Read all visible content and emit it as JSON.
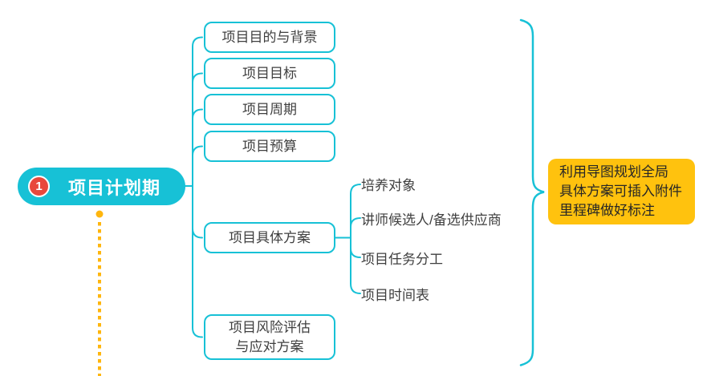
{
  "diagram": {
    "root": {
      "badge": "1",
      "label": "项目计划期"
    },
    "branches": [
      {
        "label": "项目目的与背景"
      },
      {
        "label": "项目目标"
      },
      {
        "label": "项目周期"
      },
      {
        "label": "项目预算"
      },
      {
        "label": "项目具体方案",
        "children": [
          "培养对象",
          "讲师候选人/备选供应商",
          "项目任务分工",
          "项目时间表"
        ]
      },
      {
        "label": "项目风险评估",
        "label_line2": "与应对方案"
      }
    ],
    "note": {
      "lines": [
        "利用导图规划全局",
        "具体方案可插入附件",
        "里程碑做好标注"
      ]
    },
    "colors": {
      "accent_cyan": "#17C1D6",
      "badge_red": "#E8483C",
      "note_yellow": "#FFC20E",
      "dotted_amber": "#FFB60E",
      "text_dark": "#3F3F3F"
    }
  }
}
